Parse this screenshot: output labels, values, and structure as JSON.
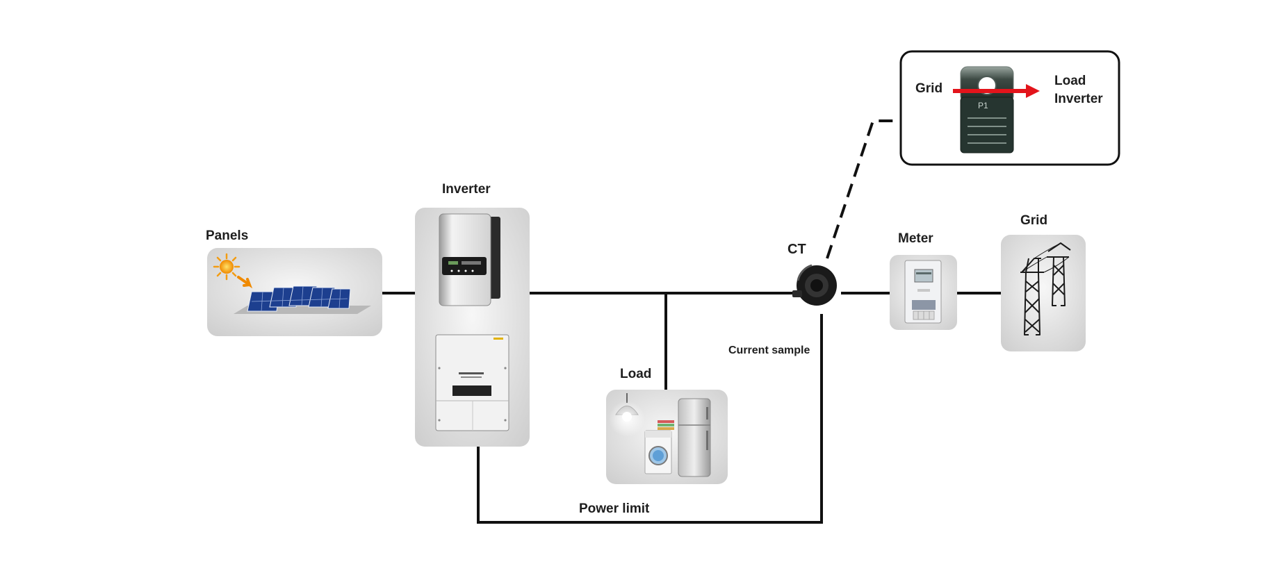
{
  "labels": {
    "panels": "Panels",
    "inverter": "Inverter",
    "load": "Load",
    "ct": "CT",
    "meter": "Meter",
    "grid": "Grid",
    "current_sample": "Current sample",
    "power_limit": "Power limit"
  },
  "ct_detail": {
    "left_label": "Grid",
    "right_label_line1": "Load",
    "right_label_line2": "Inverter",
    "clamp_marking": "P1",
    "arrow_color": "#e3141b"
  },
  "icons": {
    "panels": "solar-panel-array-icon",
    "sun": "sun-icon",
    "inverter_small": "string-inverter-icon",
    "inverter_large": "three-phase-inverter-icon",
    "load_lamp": "ceiling-lamp-icon",
    "load_washer": "washing-machine-icon",
    "load_fridge": "refrigerator-icon",
    "ct": "ct-sensor-clamp-icon",
    "meter": "electricity-meter-icon",
    "grid": "transmission-tower-icon"
  },
  "colors": {
    "wire": "#111111",
    "panel_bg": "#d9d9d9",
    "solar_cell": "#1d3f8f",
    "arrow": "#e3141b"
  }
}
